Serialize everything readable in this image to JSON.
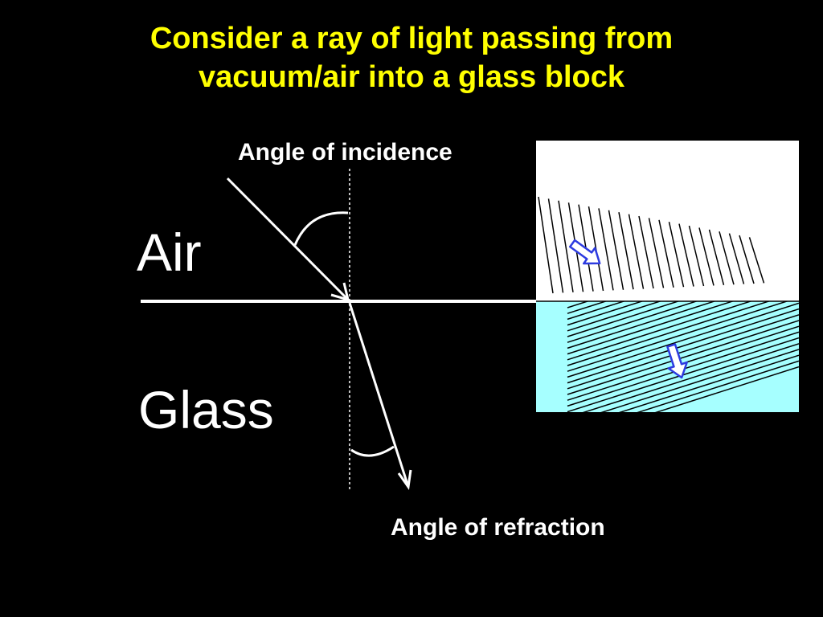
{
  "slide": {
    "title_line1": "Consider a ray of light passing from",
    "title_line2": "vacuum/air into a glass block"
  },
  "diagram": {
    "label_incidence": "Angle of incidence",
    "label_refraction": "Angle of refraction",
    "medium_top": "Air",
    "medium_bottom": "Glass"
  },
  "colors": {
    "background": "#000000",
    "title": "#FFFF00",
    "text": "#FFFFFF",
    "air_region": "#FFFFFF",
    "glass_region": "#A6FFFF",
    "wavefront_arrow": "#2D3BE0"
  },
  "icons": {
    "air_arrow": "wavefront-direction-arrow",
    "glass_arrow": "wavefront-direction-arrow"
  }
}
